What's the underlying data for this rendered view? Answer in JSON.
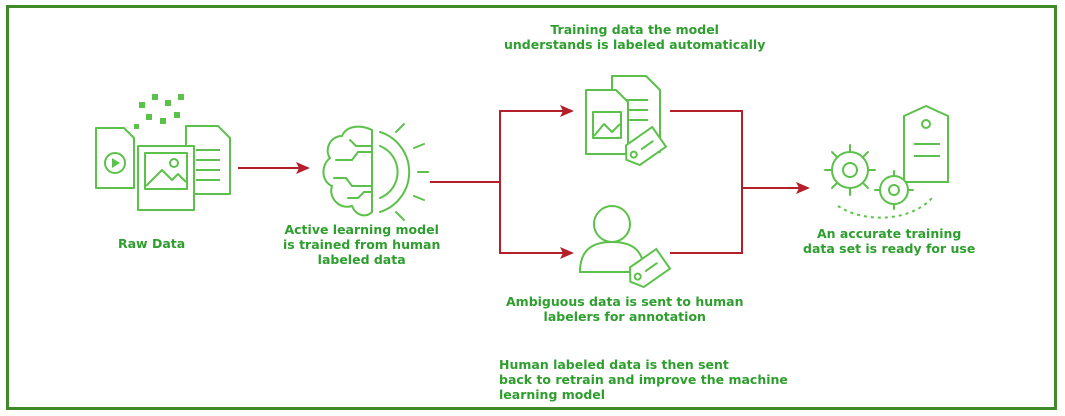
{
  "colors": {
    "frame": "#3f8a28",
    "icon": "#5cc14a",
    "text": "#2e9e2e",
    "arrow": "#b3202a"
  },
  "labels": {
    "raw_data": [
      "Raw Data"
    ],
    "active_model": [
      "Active learning model",
      "is trained from human",
      "labeled data"
    ],
    "auto_labeled": [
      "Training data the model",
      "understands is labeled automatically"
    ],
    "ambiguous": [
      "Ambiguous data is sent to human",
      "labelers for annotation"
    ],
    "accurate": [
      "An accurate training",
      "data set is ready for use"
    ],
    "retrain": [
      "Human labeled data is then sent",
      "back to retrain and improve the machine",
      "learning model"
    ]
  },
  "icons": [
    "raw-data-files-icon",
    "brain-gear-icon",
    "document-tag-icon",
    "person-tag-icon",
    "gears-tag-icon"
  ]
}
